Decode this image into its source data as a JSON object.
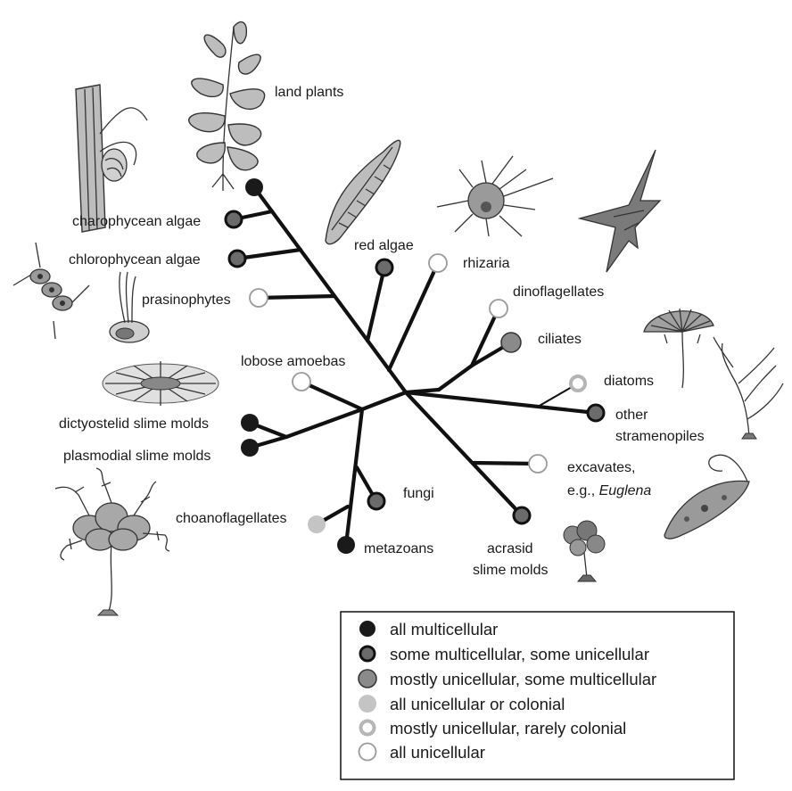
{
  "taxa": {
    "land_plants": "land plants",
    "charophycean_algae": "charophycean algae",
    "chlorophycean_algae": "chlorophycean algae",
    "prasinophytes": "prasinophytes",
    "red_algae": "red algae",
    "rhizaria": "rhizaria",
    "dinoflagellates": "dinoflagellates",
    "ciliates": "ciliates",
    "diatoms": "diatoms",
    "other_stramenopiles_1": "other",
    "other_stramenopiles_2": "stramenopiles",
    "excavates_1": "excavates,",
    "excavates_2": "e.g.,",
    "excavates_3": "Euglena",
    "acrasid_1": "acrasid",
    "acrasid_2": "slime molds",
    "fungi": "fungi",
    "metazoans": "metazoans",
    "choanoflagellates": "choanoflagellates",
    "plasmodial_slime_molds": "plasmodial slime molds",
    "dictyostelid_slime_molds": "dictyostelid slime molds",
    "lobose_amoebas": "lobose amoebas"
  },
  "legend": {
    "all_multicellular": "all multicellular",
    "some_multi_some_uni": "some multicellular, some unicellular",
    "mostly_uni_some_multi": "mostly unicellular, some multicellular",
    "all_uni_or_colonial": "all unicellular or colonial",
    "mostly_uni_rarely_colonial": "mostly unicellular, rarely colonial",
    "all_unicellular": "all unicellular"
  },
  "colors": {
    "all_multicellular": "#1a1a1a",
    "some_multi_some_uni_fill": "#6b6b6b",
    "some_multi_some_uni_ring": "#111111",
    "mostly_uni_some_multi": "#8a8a8a",
    "all_uni_or_colonial": "#c4c4c4",
    "mostly_uni_rarely_colonial_ring": "#b5b5b5",
    "all_unicellular_ring": "#9a9a9a",
    "branch": "#111111"
  }
}
